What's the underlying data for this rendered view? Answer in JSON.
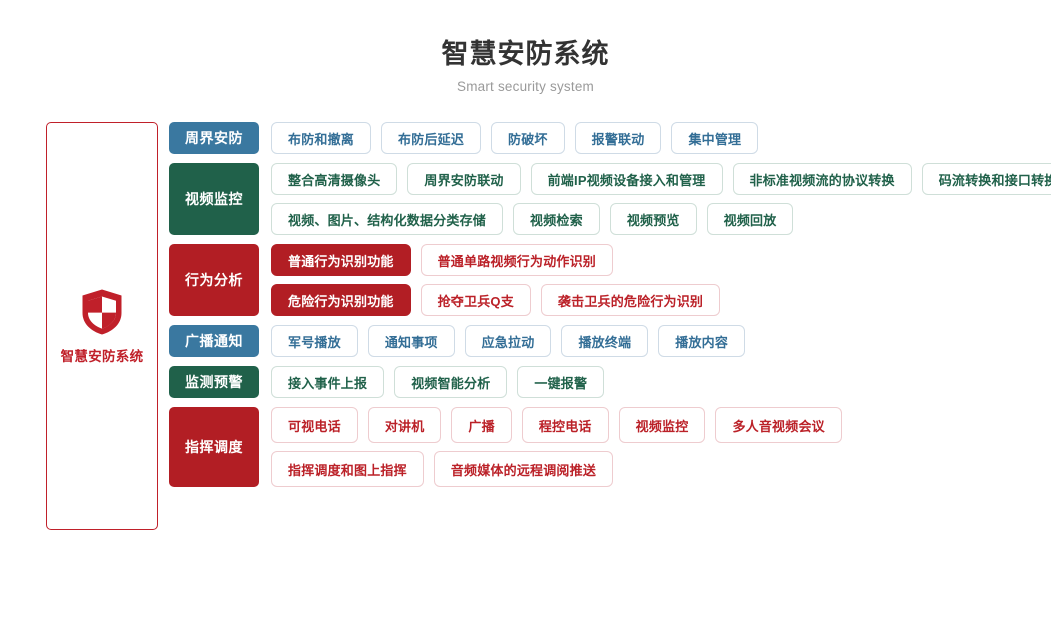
{
  "header": {
    "title": "智慧安防系统",
    "subtitle": "Smart security system"
  },
  "brand": {
    "label": "智慧安防系统",
    "icon": "shield-icon",
    "border_color": "#c0202a",
    "text_color": "#c0202a"
  },
  "colors": {
    "blue": "#3a78a0",
    "green": "#20614a",
    "red": "#b21e24",
    "title": "#333333",
    "subtitle": "#9a9a9a"
  },
  "groups": [
    {
      "label": "周界安防",
      "color": "blue",
      "rows": [
        {
          "items": [
            {
              "text": "布防和撤离",
              "style": "blue"
            },
            {
              "text": "布防后延迟",
              "style": "blue"
            },
            {
              "text": "防破坏",
              "style": "blue"
            },
            {
              "text": "报警联动",
              "style": "blue"
            },
            {
              "text": "集中管理",
              "style": "blue"
            }
          ]
        }
      ]
    },
    {
      "label": "视频监控",
      "color": "green",
      "rows": [
        {
          "items": [
            {
              "text": "整合高清摄像头",
              "style": "green"
            },
            {
              "text": "周界安防联动",
              "style": "green"
            },
            {
              "text": "前端IP视频设备接入和管理",
              "style": "green"
            },
            {
              "text": "非标准视频流的协议转换",
              "style": "green"
            },
            {
              "text": "码流转换和接口转换",
              "style": "green"
            }
          ]
        },
        {
          "items": [
            {
              "text": "视频、图片、结构化数据分类存储",
              "style": "green"
            },
            {
              "text": "视频检索",
              "style": "green"
            },
            {
              "text": "视频预览",
              "style": "green"
            },
            {
              "text": "视频回放",
              "style": "green"
            }
          ]
        }
      ]
    },
    {
      "label": "行为分析",
      "color": "red",
      "rows": [
        {
          "items": [
            {
              "text": "普通行为识别功能",
              "style": "red-solid"
            },
            {
              "text": "普通单路视频行为动作识别",
              "style": "red"
            }
          ]
        },
        {
          "items": [
            {
              "text": "危险行为识别功能",
              "style": "red-solid"
            },
            {
              "text": "抢夺卫兵Q支",
              "style": "red"
            },
            {
              "text": "袭击卫兵的危险行为识别",
              "style": "red"
            }
          ]
        }
      ]
    },
    {
      "label": "广播通知",
      "color": "blue",
      "rows": [
        {
          "items": [
            {
              "text": "军号播放",
              "style": "blue"
            },
            {
              "text": "通知事项",
              "style": "blue"
            },
            {
              "text": "应急拉动",
              "style": "blue"
            },
            {
              "text": "播放终端",
              "style": "blue"
            },
            {
              "text": "播放内容",
              "style": "blue"
            }
          ]
        }
      ]
    },
    {
      "label": "监测预警",
      "color": "green",
      "rows": [
        {
          "items": [
            {
              "text": "接入事件上报",
              "style": "green"
            },
            {
              "text": "视频智能分析",
              "style": "green"
            },
            {
              "text": "一键报警",
              "style": "green"
            }
          ]
        }
      ]
    },
    {
      "label": "指挥调度",
      "color": "red",
      "rows": [
        {
          "items": [
            {
              "text": "可视电话",
              "style": "red",
              "tall": true
            },
            {
              "text": "对讲机",
              "style": "red",
              "tall": true
            },
            {
              "text": "广播",
              "style": "red",
              "tall": true
            },
            {
              "text": "程控电话",
              "style": "red",
              "tall": true
            },
            {
              "text": "视频监控",
              "style": "red",
              "tall": true
            },
            {
              "text": "多人音视频会议",
              "style": "red",
              "tall": true
            }
          ]
        },
        {
          "items": [
            {
              "text": "指挥调度和图上指挥",
              "style": "red",
              "tall": true
            },
            {
              "text": "音频媒体的远程调阅推送",
              "style": "red",
              "tall": true
            }
          ]
        }
      ]
    }
  ]
}
